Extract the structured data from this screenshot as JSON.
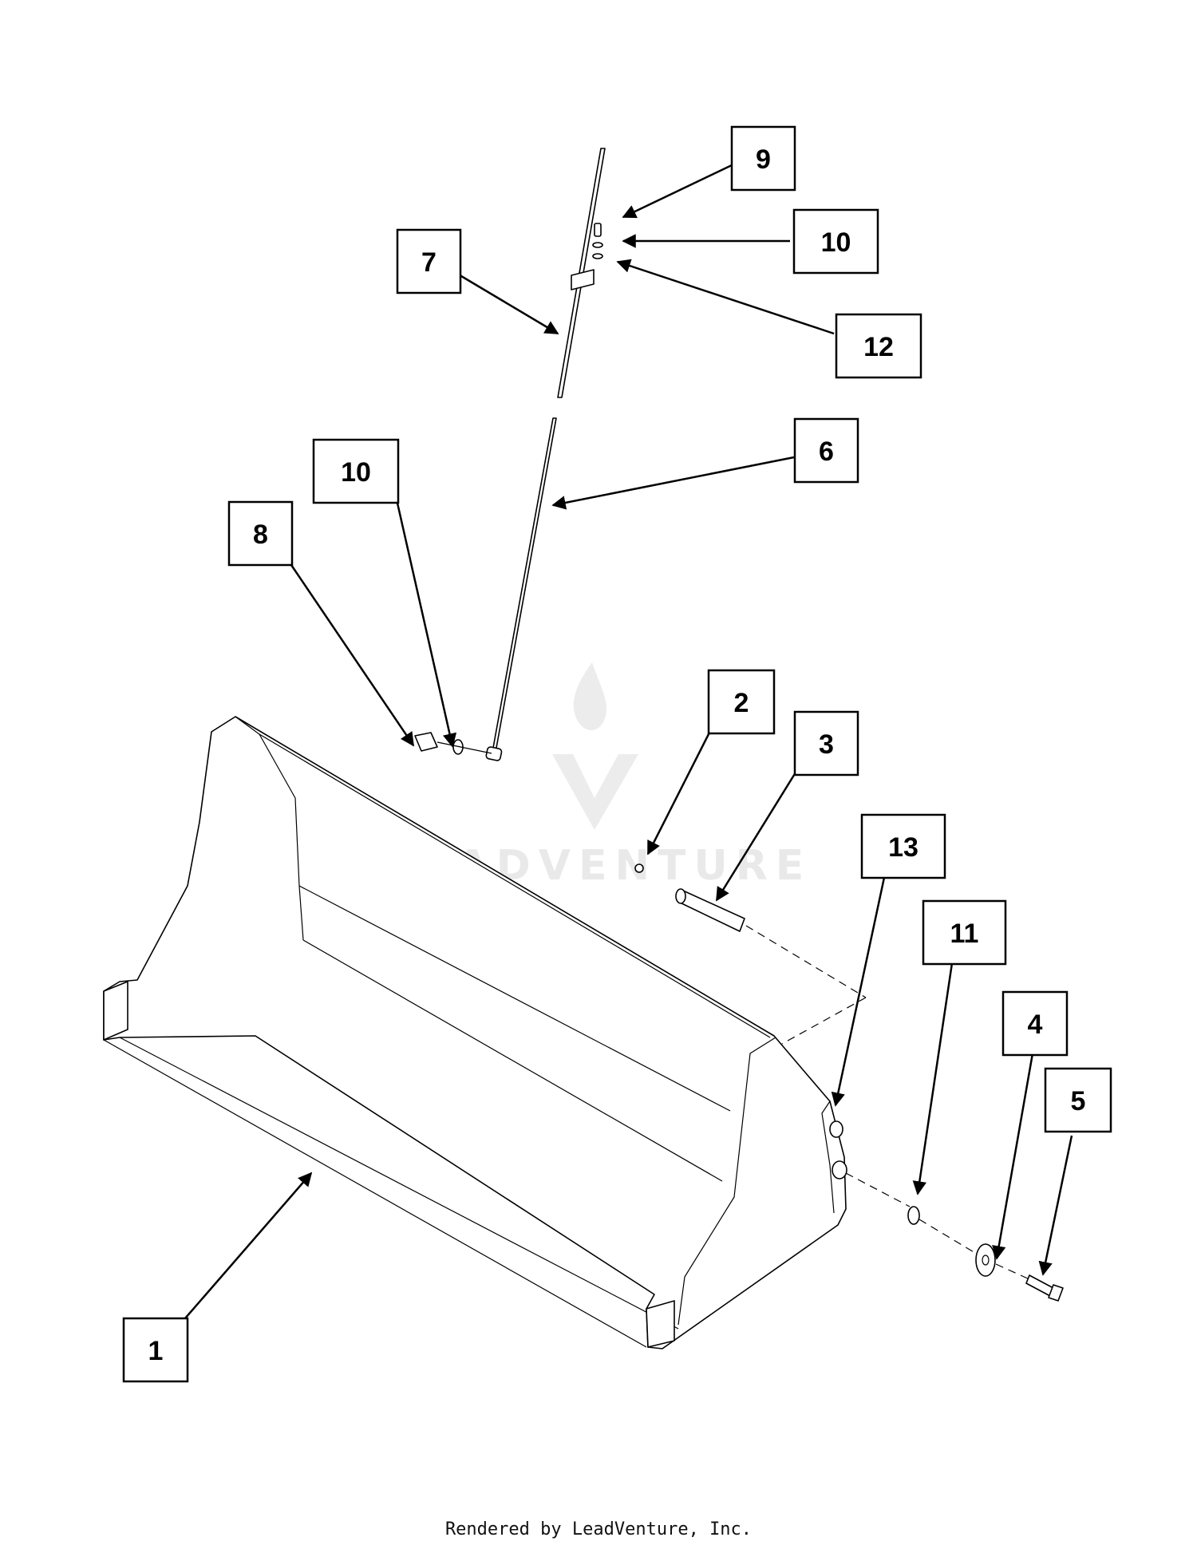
{
  "colors": {
    "line": "#000000",
    "background": "#ffffff",
    "watermark": "#e9e9e9"
  },
  "watermark": {
    "icon": "flame-v-logo-icon",
    "text": "LEADVENTURE"
  },
  "callouts": [
    "9",
    "10",
    "7",
    "12",
    "6",
    "10",
    "8",
    "2",
    "3",
    "13",
    "11",
    "4",
    "5",
    "1"
  ],
  "footer": "Rendered by LeadVenture, Inc."
}
